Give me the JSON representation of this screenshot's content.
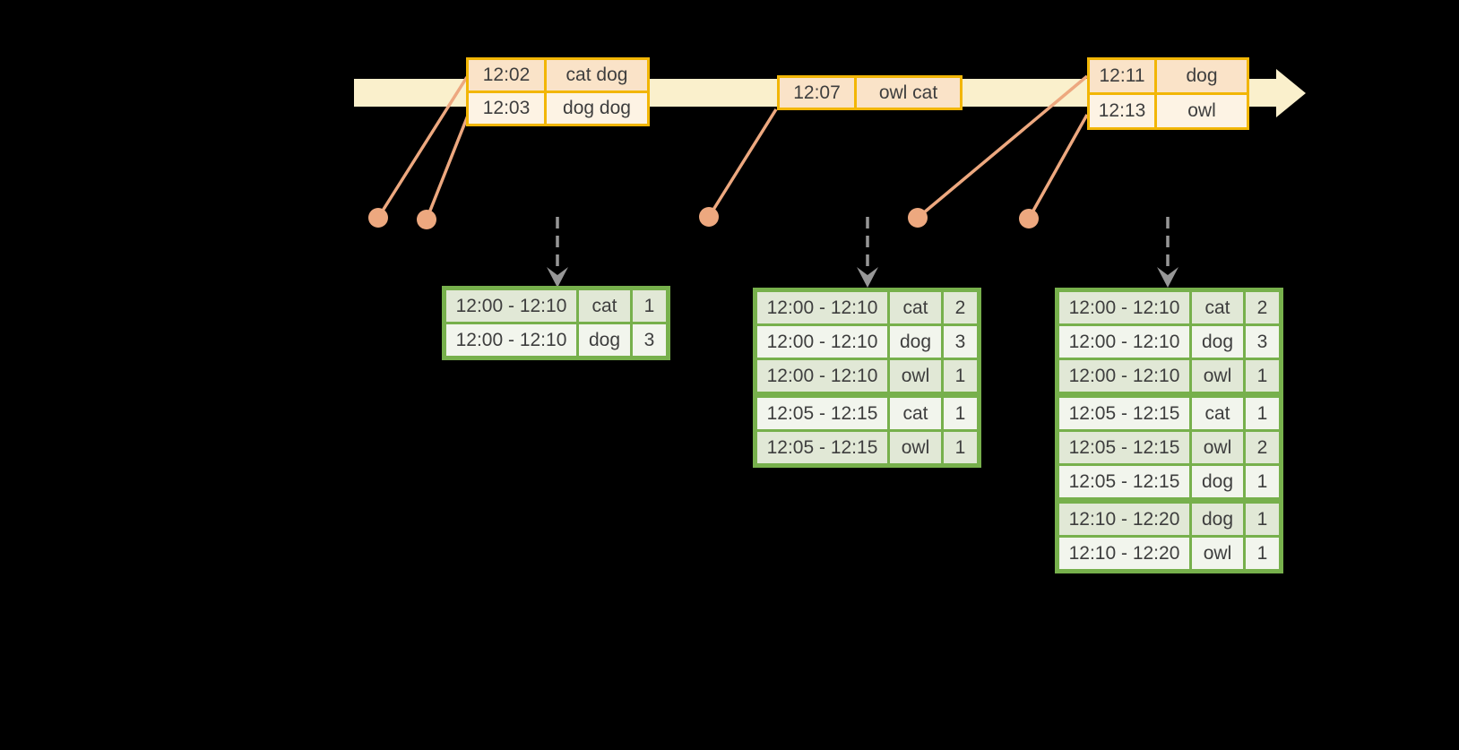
{
  "colors": {
    "background": "#000000",
    "timeline_fill": "#FAF0CC",
    "event_border": "#F2B606",
    "event_row_odd": "#FAE3C8",
    "event_row_even": "#FDF3E4",
    "connector": "#EDA87F",
    "dashed_arrow": "#979797",
    "table_border": "#77B04C",
    "table_row_odd": "#E1E8D6",
    "table_row_even": "#F2F5ED",
    "cell_text": "#3E3E3E"
  },
  "icons": {
    "timeline_arrowhead": "arrow-right-icon",
    "trigger_arrow": "dashed-arrow-down-icon",
    "event_marker": "circle-dot-icon"
  },
  "timeline": {
    "events": [
      {
        "rows": [
          {
            "time": "12:02",
            "words": "cat dog"
          },
          {
            "time": "12:03",
            "words": "dog dog"
          }
        ]
      },
      {
        "rows": [
          {
            "time": "12:07",
            "words": "owl cat"
          }
        ]
      },
      {
        "rows": [
          {
            "time": "12:11",
            "words": "dog"
          },
          {
            "time": "12:13",
            "words": "owl"
          }
        ]
      }
    ]
  },
  "result_tables": [
    {
      "rows": [
        {
          "window": "12:00 - 12:10",
          "word": "cat",
          "count": "1"
        },
        {
          "window": "12:00 - 12:10",
          "word": "dog",
          "count": "3"
        }
      ]
    },
    {
      "rows": [
        {
          "window": "12:00 - 12:10",
          "word": "cat",
          "count": "2"
        },
        {
          "window": "12:00 - 12:10",
          "word": "dog",
          "count": "3"
        },
        {
          "window": "12:00 - 12:10",
          "word": "owl",
          "count": "1"
        },
        {
          "window": "12:05 - 12:15",
          "word": "cat",
          "count": "1",
          "group_start": true
        },
        {
          "window": "12:05 - 12:15",
          "word": "owl",
          "count": "1"
        }
      ]
    },
    {
      "rows": [
        {
          "window": "12:00 - 12:10",
          "word": "cat",
          "count": "2"
        },
        {
          "window": "12:00 - 12:10",
          "word": "dog",
          "count": "3"
        },
        {
          "window": "12:00 - 12:10",
          "word": "owl",
          "count": "1"
        },
        {
          "window": "12:05 - 12:15",
          "word": "cat",
          "count": "1",
          "group_start": true
        },
        {
          "window": "12:05 - 12:15",
          "word": "owl",
          "count": "2"
        },
        {
          "window": "12:05 - 12:15",
          "word": "dog",
          "count": "1"
        },
        {
          "window": "12:10 - 12:20",
          "word": "dog",
          "count": "1",
          "group_start": true
        },
        {
          "window": "12:10 - 12:20",
          "word": "owl",
          "count": "1"
        }
      ]
    }
  ]
}
